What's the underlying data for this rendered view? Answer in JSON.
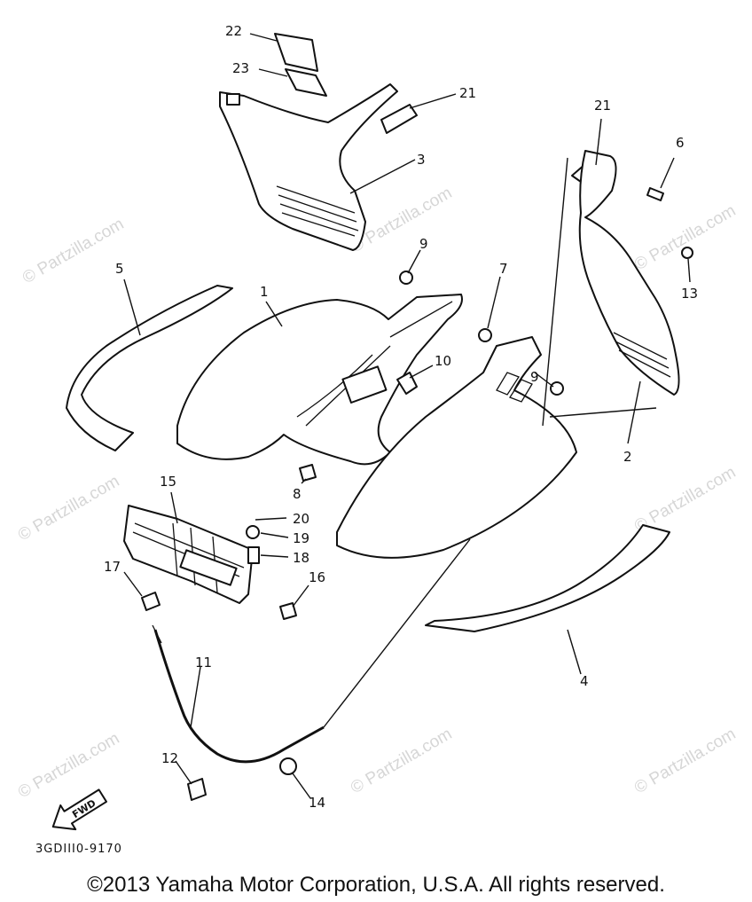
{
  "diagram": {
    "part_numbers": [
      "1",
      "2",
      "3",
      "4",
      "5",
      "6",
      "7",
      "8",
      "8",
      "9",
      "9",
      "10",
      "11",
      "12",
      "13",
      "14",
      "15",
      "16",
      "17",
      "18",
      "19",
      "20",
      "21",
      "21",
      "22",
      "23"
    ],
    "arrow_label": "FWD",
    "drawing_code": "3GDIII0-9170",
    "copyright": "©2013 Yamaha Motor Corporation, U.S.A. All rights reserved.",
    "watermark": "© Partzilla.com"
  }
}
